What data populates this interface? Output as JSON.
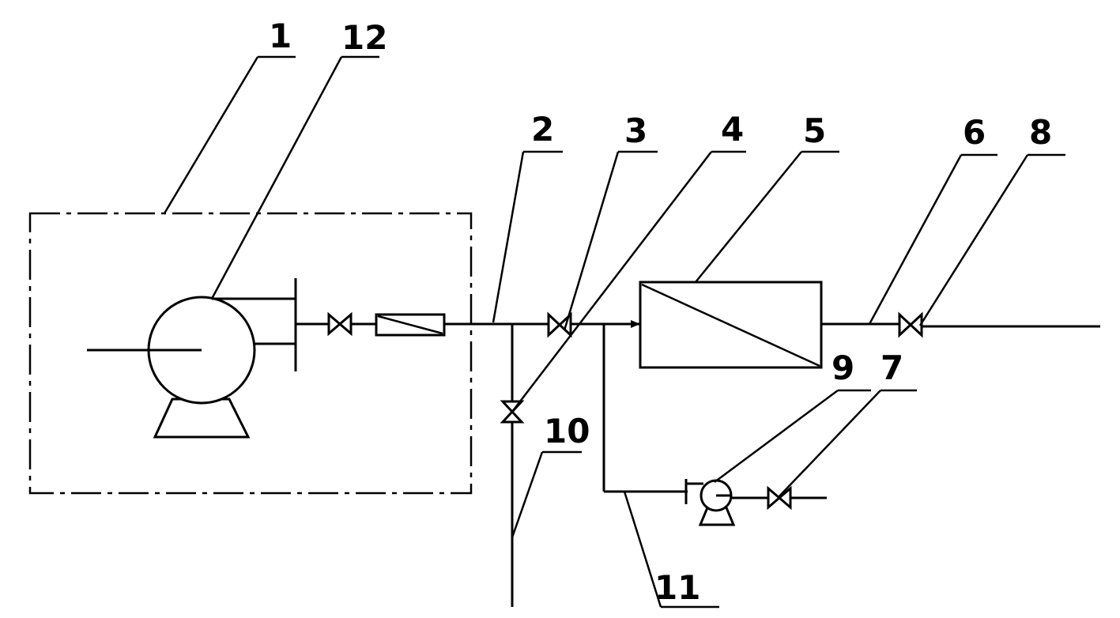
{
  "labels": {
    "l1": "1",
    "l12": "12",
    "l2": "2",
    "l3": "3",
    "l4": "4",
    "l5": "5",
    "l6": "6",
    "l8": "8",
    "l9": "9",
    "l7": "7",
    "l10": "10",
    "l11": "11"
  },
  "colors": {
    "line": "#000000",
    "background": "#ffffff"
  },
  "icons": {
    "main_pump": "centrifugal-pump-icon",
    "small_pump": "small-pump-icon",
    "valves": "gate-valve-icon",
    "filter": "cartridge-filter-icon",
    "membrane": "membrane-module-icon"
  }
}
